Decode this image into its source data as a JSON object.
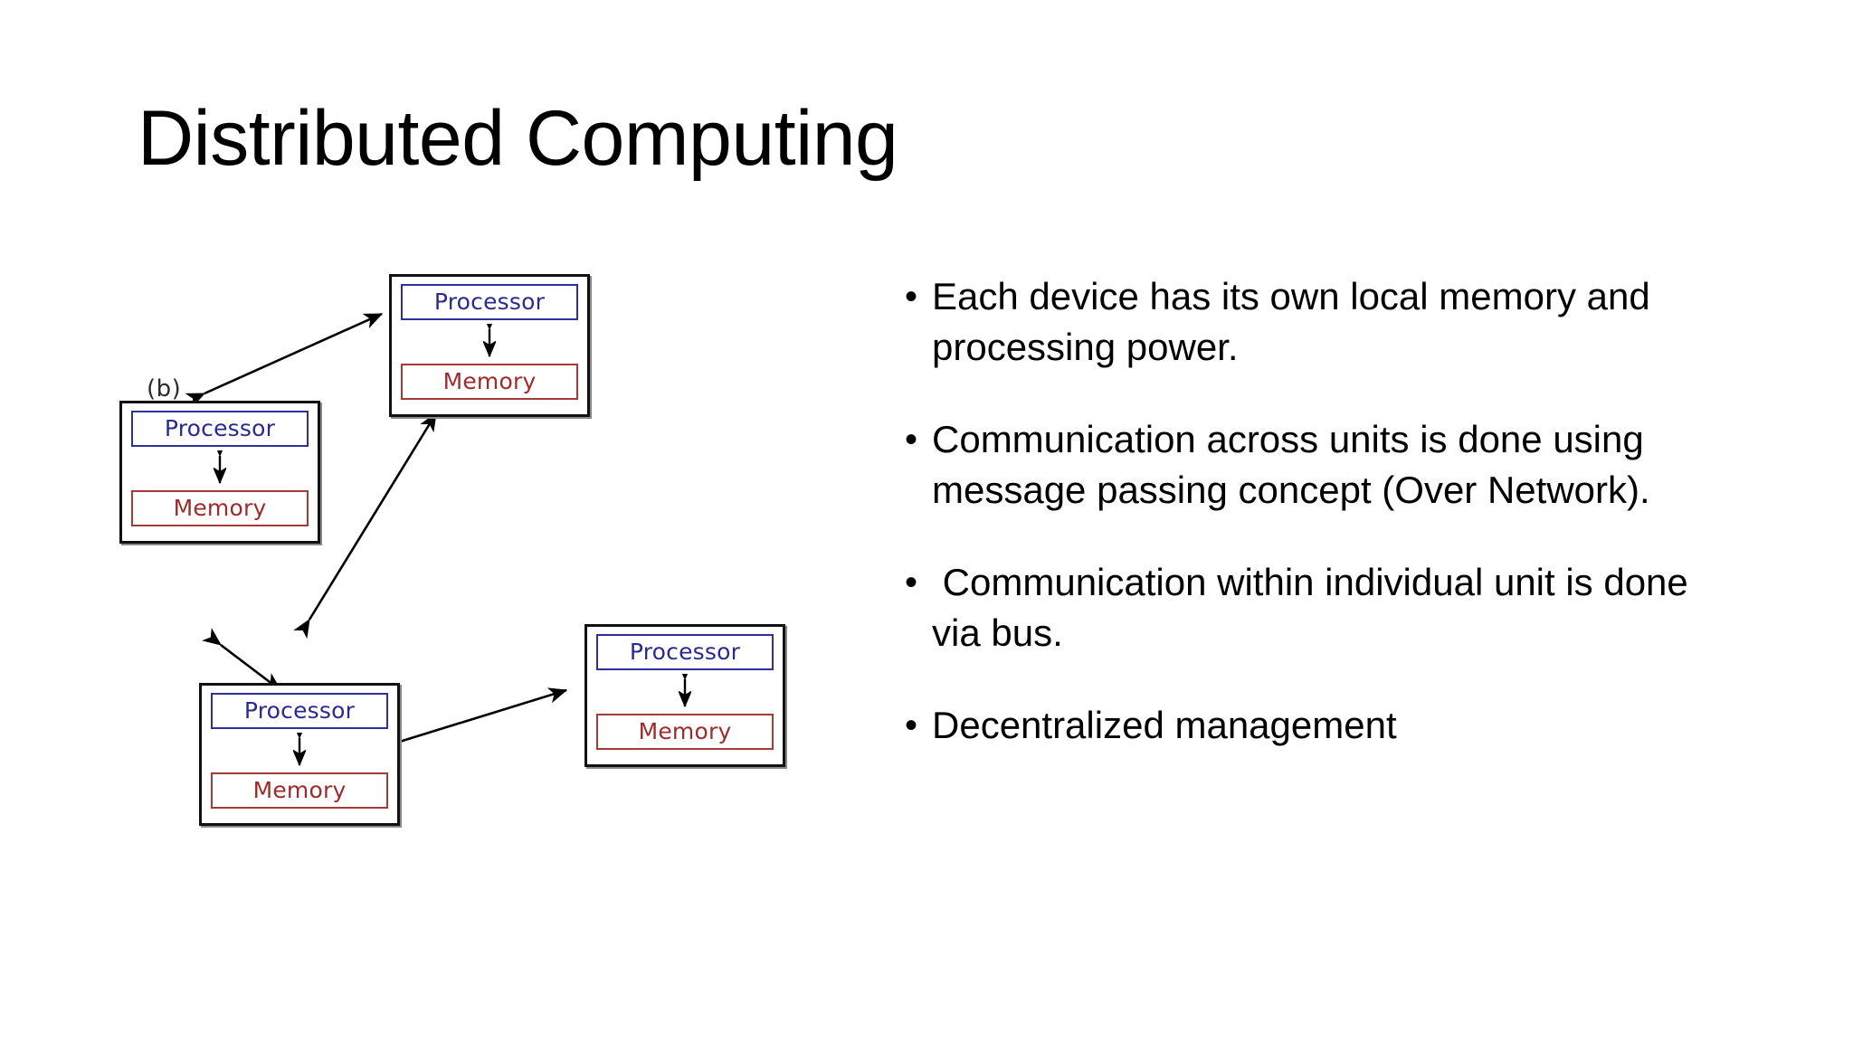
{
  "slide": {
    "title": "Distributed Computing",
    "background_color": "#ffffff"
  },
  "diagram": {
    "figure_label": "(b)",
    "unit_labels": {
      "processor": "Processor",
      "memory": "Memory"
    },
    "colors": {
      "processor_border": "#30309a",
      "processor_text": "#2b2b8f",
      "memory_border": "#a43a3a",
      "memory_text": "#9e2b2b",
      "frame": "#111111",
      "arrow": "#000000"
    },
    "nodes": [
      {
        "id": "node-top",
        "processor": "Processor",
        "memory": "Memory"
      },
      {
        "id": "node-left",
        "processor": "Processor",
        "memory": "Memory"
      },
      {
        "id": "node-bottom",
        "processor": "Processor",
        "memory": "Memory"
      },
      {
        "id": "node-right",
        "processor": "Processor",
        "memory": "Memory"
      }
    ],
    "links": [
      {
        "from": "node-left",
        "to": "node-top",
        "style": "double-arrow"
      },
      {
        "from": "node-bottom",
        "to": "node-top",
        "style": "double-arrow"
      },
      {
        "from": "node-left",
        "to": "node-bottom",
        "style": "double-arrow"
      },
      {
        "from": "node-bottom",
        "to": "node-right",
        "style": "double-arrow"
      }
    ]
  },
  "bullets": {
    "marker": "•",
    "items": [
      {
        "text": "Each device has its own local memory and processing power."
      },
      {
        "text": "Communication across units is done using message passing concept (Over Network)."
      },
      {
        "text": " Communication within individual unit is done via bus."
      },
      {
        "text": "Decentralized management"
      }
    ]
  }
}
